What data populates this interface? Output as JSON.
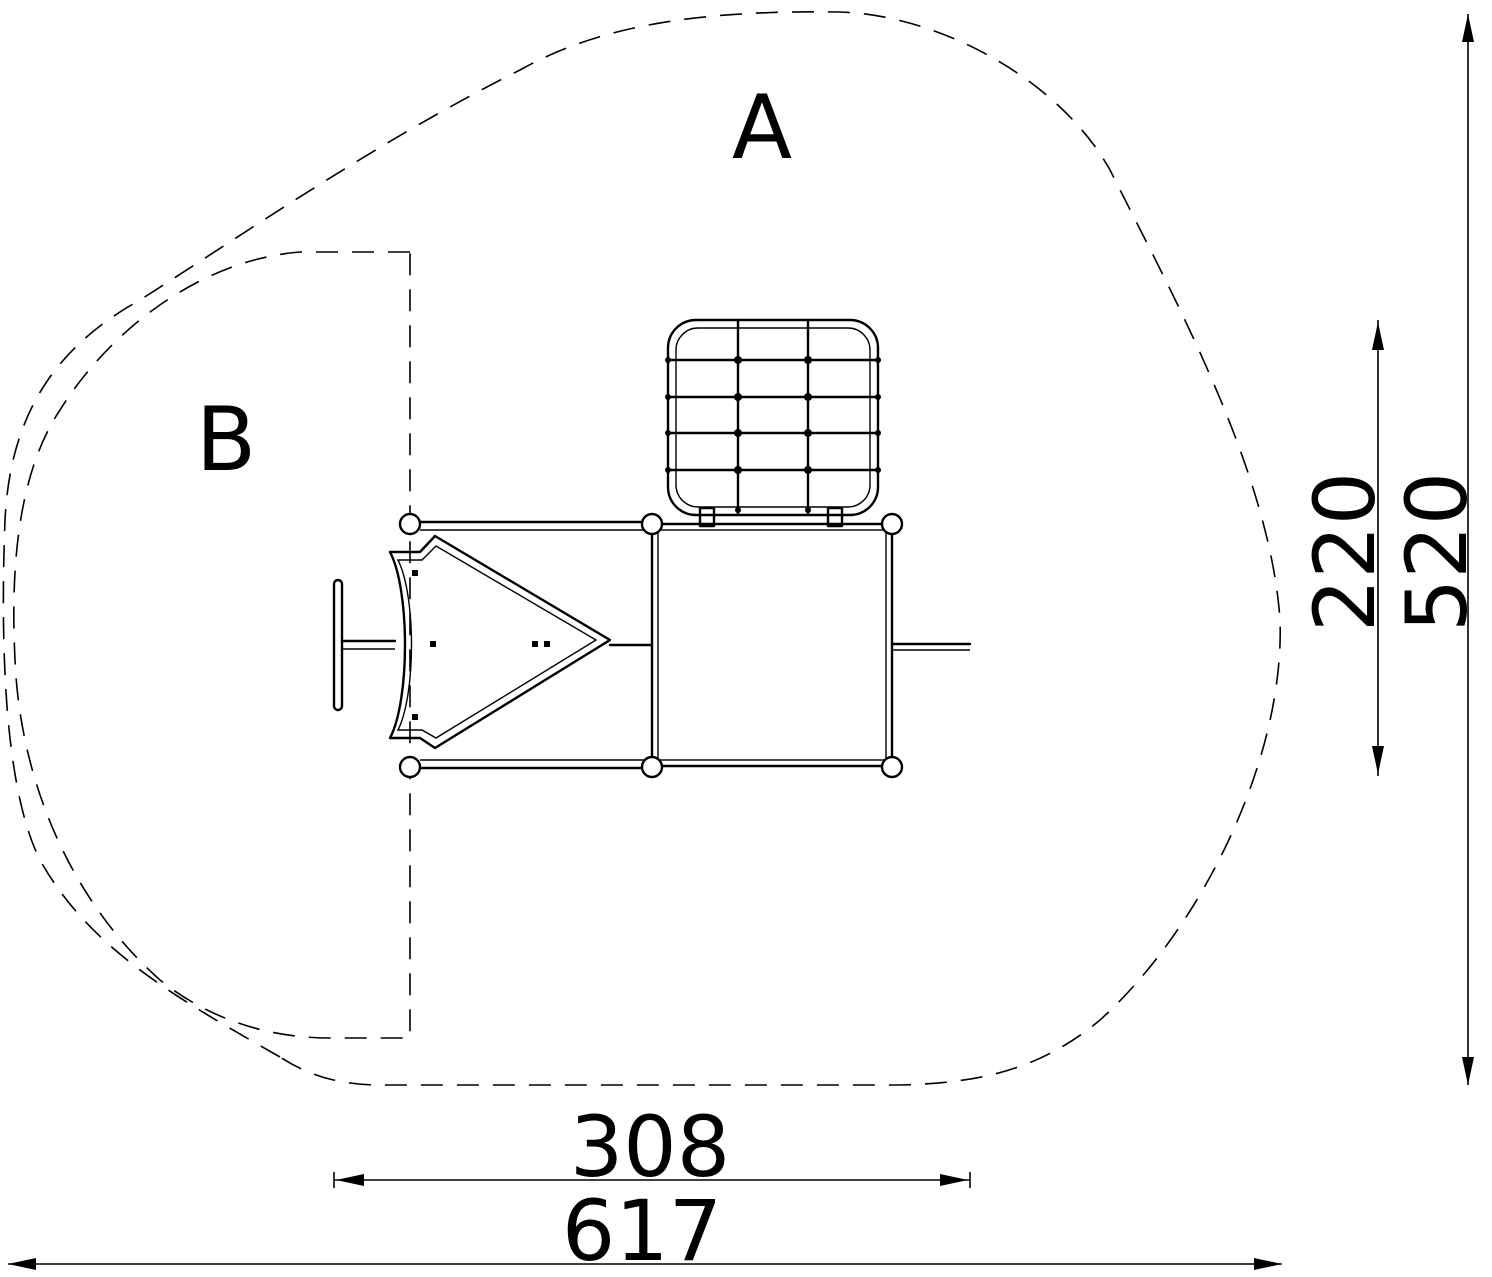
{
  "zones": {
    "a_label": "A",
    "b_label": "B"
  },
  "dimensions": {
    "inner_width": "308",
    "outer_width": "617",
    "inner_height": "220",
    "outer_height": "520"
  }
}
